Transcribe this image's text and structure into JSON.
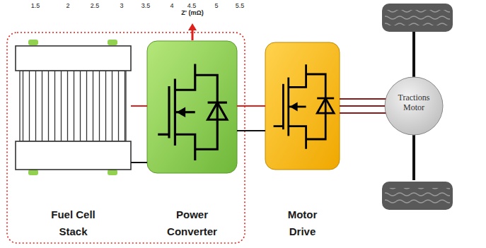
{
  "diagram": {
    "nodes": [
      {
        "text": [
          "Fuel Cell Stack"
        ]
      },
      {
        "text": [
          "Power Converter"
        ]
      },
      {
        "text": [
          "Motor Drive"
        ]
      },
      {
        "text": [
          "Tractions Motor"
        ]
      }
    ],
    "edges": [
      {
        "from": 0,
        "to": 1,
        "arrow": "none"
      },
      {
        "from": 1,
        "to": 2,
        "arrow": "none"
      },
      {
        "from": 2,
        "to": 3,
        "arrow": "none"
      }
    ],
    "labels": [
      "1.5",
      "2",
      "2.5",
      "3",
      "3.5",
      "4",
      "4.5",
      "5",
      "5.5",
      "Z' (mΩ)"
    ]
  }
}
